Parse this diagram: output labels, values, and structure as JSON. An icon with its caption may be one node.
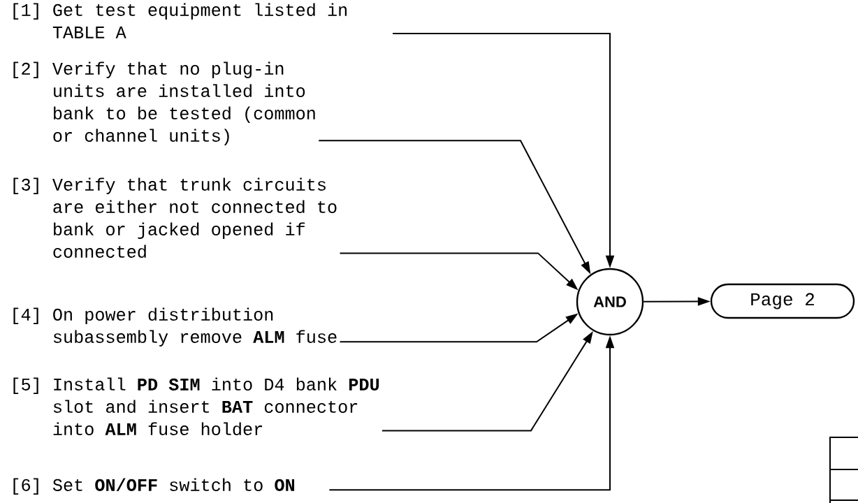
{
  "diagram": {
    "nodes": [
      {
        "text": [
          "[1] Get test equipment listed in TABLE A"
        ]
      },
      {
        "text": [
          "[2] Verify that no plug-in units are installed into bank to be tested (common or channel units)"
        ]
      },
      {
        "text": [
          "[3] Verify that trunk circuits are either not connected to bank or jacked opened if connected"
        ]
      },
      {
        "text": [
          "[4] On power distribution subassembly remove **ALM** fuse"
        ]
      },
      {
        "text": [
          "[5] Install **PD SIM** into D4 bank **PDU** slot and insert **BAT** connector into **ALM** fuse holder"
        ]
      },
      {
        "text": [
          "[6] Set **ON/OFF** switch to **ON**"
        ]
      },
      {
        "text": [
          "AND"
        ]
      },
      {
        "text": [
          "Page 2"
        ]
      }
    ],
    "edges": [
      {
        "from": 0,
        "to": 6,
        "arrow": "to"
      },
      {
        "from": 1,
        "to": 6,
        "arrow": "to"
      },
      {
        "from": 2,
        "to": 6,
        "arrow": "to"
      },
      {
        "from": 3,
        "to": 6,
        "arrow": "to"
      },
      {
        "from": 4,
        "to": 6,
        "arrow": "to"
      },
      {
        "from": 5,
        "to": 6,
        "arrow": "to"
      },
      {
        "from": 6,
        "to": 7,
        "arrow": "to"
      }
    ]
  }
}
